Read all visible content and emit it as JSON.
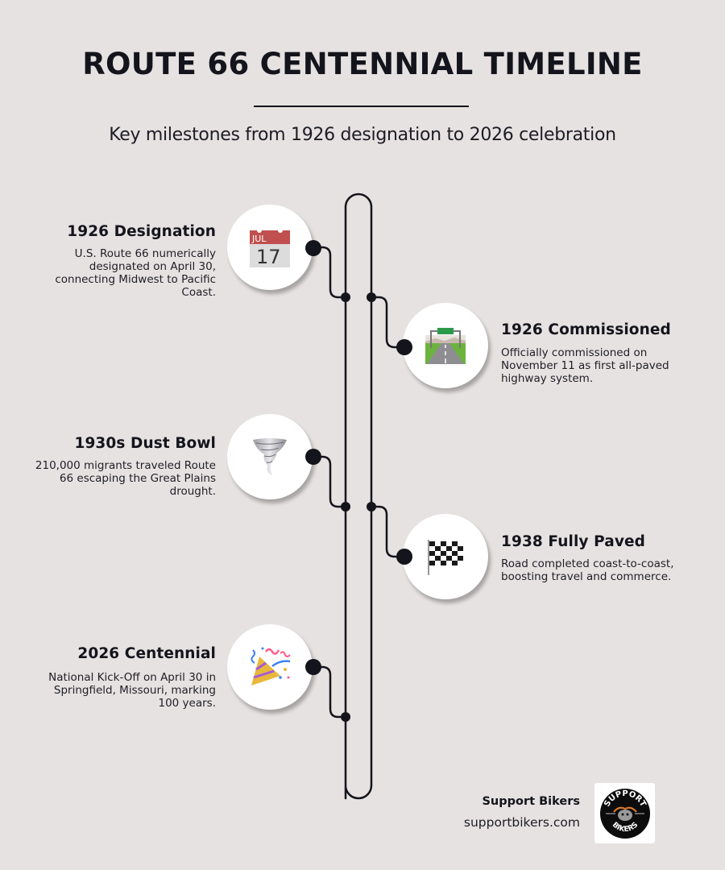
{
  "header": {
    "title": "ROUTE 66 CENTENNIAL TIMELINE",
    "subtitle": "Key milestones from 1926 designation to 2026 celebration"
  },
  "events": [
    {
      "title": "1926 Designation",
      "description": "U.S. Route 66 numerically designated on April 30, connecting Midwest to Pacific Coast.",
      "icon": "calendar-icon",
      "icon_text": {
        "month": "JUL",
        "day": "17"
      },
      "side": "left"
    },
    {
      "title": "1926 Commissioned",
      "description": "Officially commissioned on November 11 as first all-paved highway system.",
      "icon": "highway-icon",
      "side": "right"
    },
    {
      "title": "1930s Dust Bowl",
      "description": "210,000 migrants traveled Route 66 escaping the Great Plains drought.",
      "icon": "tornado-icon",
      "side": "left"
    },
    {
      "title": "1938 Fully Paved",
      "description": "Road completed coast-to-coast, boosting travel and commerce.",
      "icon": "checkered-flag-icon",
      "side": "right"
    },
    {
      "title": "2026 Centennial",
      "description": "National Kick-Off on April 30 in Springfield, Missouri, marking 100 years.",
      "icon": "party-popper-icon",
      "side": "left"
    }
  ],
  "footer": {
    "brand_name": "Support Bikers",
    "url": "supportbikers.com",
    "logo_text_top": "SUPPORT",
    "logo_text_bottom": "BIKERS"
  },
  "colors": {
    "background": "#e6e2e1",
    "ink": "#14141c",
    "circle": "#ffffff",
    "calendar_red": "#c0504f"
  }
}
